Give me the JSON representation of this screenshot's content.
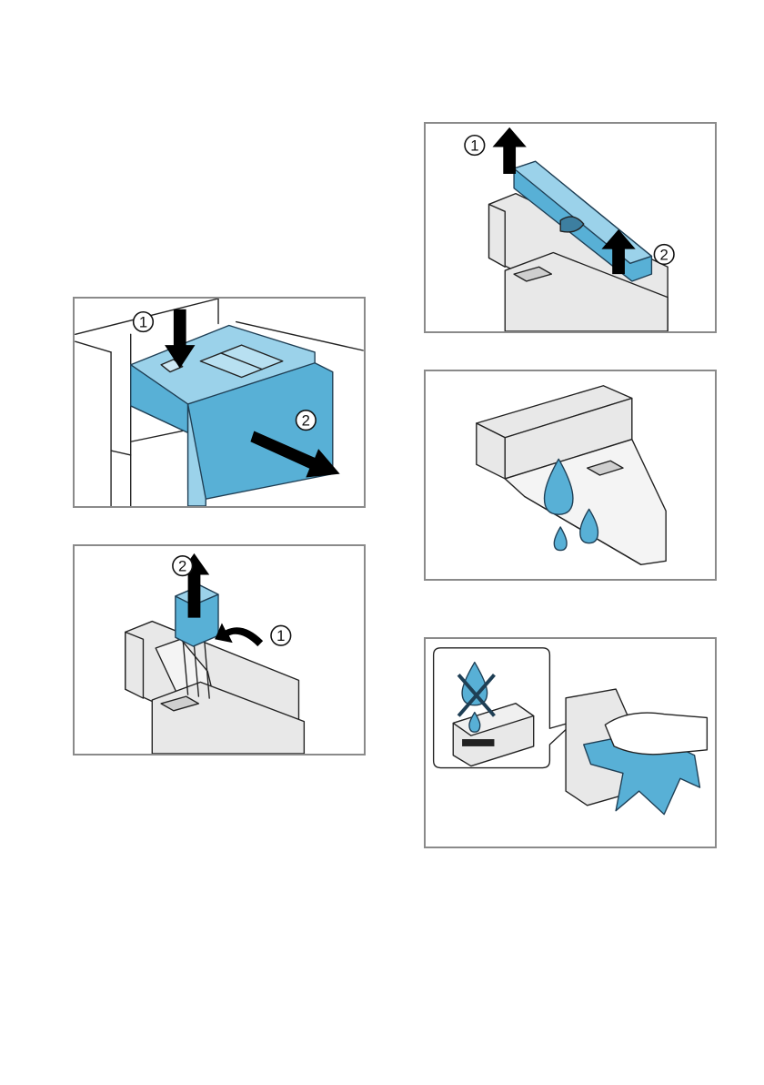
{
  "figures": [
    {
      "id": "press-release-pull-drawer",
      "callouts": [
        "1",
        "2"
      ]
    },
    {
      "id": "lift-siphon-insert",
      "callouts": [
        "1",
        "2"
      ]
    },
    {
      "id": "remove-drawer-cover",
      "callouts": [
        "1",
        "2"
      ]
    },
    {
      "id": "rinse-with-water",
      "callouts": []
    },
    {
      "id": "wipe-dry-no-water-on-contacts",
      "callouts": []
    }
  ],
  "colors": {
    "accent_blue": "#58b0d6",
    "light_blue": "#9bd2ea",
    "border": "#8a8a8a"
  }
}
